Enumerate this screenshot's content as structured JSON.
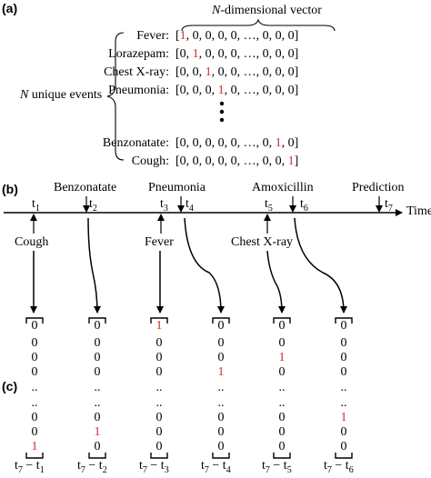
{
  "panels": {
    "a": "(a)",
    "b": "(b)",
    "c": "(c)"
  },
  "panel_a": {
    "vector_title": "N-dimensional vector",
    "brace_label": "N unique events",
    "events_top": [
      {
        "name": "Fever:",
        "vec": [
          "[",
          "1",
          ", 0, 0, 0, 0, …, 0, 0, 0]"
        ]
      },
      {
        "name": "Lorazepam:",
        "vec": [
          "[0, ",
          "1",
          ", 0, 0, 0, …, 0, 0, 0]"
        ]
      },
      {
        "name": "Chest X-ray:",
        "vec": [
          "[0, 0, ",
          "1",
          ", 0, 0, …, 0, 0, 0]"
        ]
      },
      {
        "name": "Pneumonia:",
        "vec": [
          "[0, 0, 0, ",
          "1",
          ", 0, …, 0, 0, 0]"
        ]
      }
    ],
    "events_bottom": [
      {
        "name": "Benzonatate:",
        "vec": [
          "[0, 0, 0, 0, 0, …, 0, ",
          "1",
          ", 0]"
        ]
      },
      {
        "name": "Cough:",
        "vec": [
          "[0, 0, 0, 0, 0, …, 0, 0, ",
          "1",
          "]"
        ]
      }
    ]
  },
  "panel_b": {
    "time_label": "Time",
    "above_events": [
      "Benzonatate",
      "Pneumonia",
      "Amoxicillin",
      "Prediction"
    ],
    "below_events": [
      "Cough",
      "Fever",
      "Chest X-ray"
    ],
    "ticks": [
      "t1",
      "t2",
      "t3",
      "t4",
      "t5",
      "t6",
      "t7"
    ]
  },
  "panel_c": {
    "columns": [
      {
        "values": [
          "0",
          "0",
          "0",
          "0",
          "..",
          "..",
          "0",
          "0",
          "1"
        ],
        "red_index": 8,
        "label": "t7 − t1"
      },
      {
        "values": [
          "0",
          "0",
          "0",
          "0",
          "..",
          "..",
          "0",
          "1",
          "0"
        ],
        "red_index": 7,
        "label": "t7 − t2"
      },
      {
        "values": [
          "1",
          "0",
          "0",
          "0",
          "..",
          "..",
          "0",
          "0",
          "0"
        ],
        "red_index": 0,
        "label": "t7 − t3"
      },
      {
        "values": [
          "0",
          "0",
          "0",
          "1",
          "..",
          "..",
          "0",
          "0",
          "0"
        ],
        "red_index": 3,
        "label": "t7 − t4"
      },
      {
        "values": [
          "0",
          "0",
          "1",
          "0",
          "..",
          "..",
          "0",
          "0",
          "0"
        ],
        "red_index": 2,
        "label": "t7 − t5"
      },
      {
        "values": [
          "0",
          "0",
          "0",
          "0",
          "..",
          "..",
          "1",
          "0",
          "0"
        ],
        "red_index": 6,
        "label": "t7 − t6"
      }
    ]
  },
  "colors": {
    "highlight": "#d0312d",
    "ink": "#000000"
  }
}
